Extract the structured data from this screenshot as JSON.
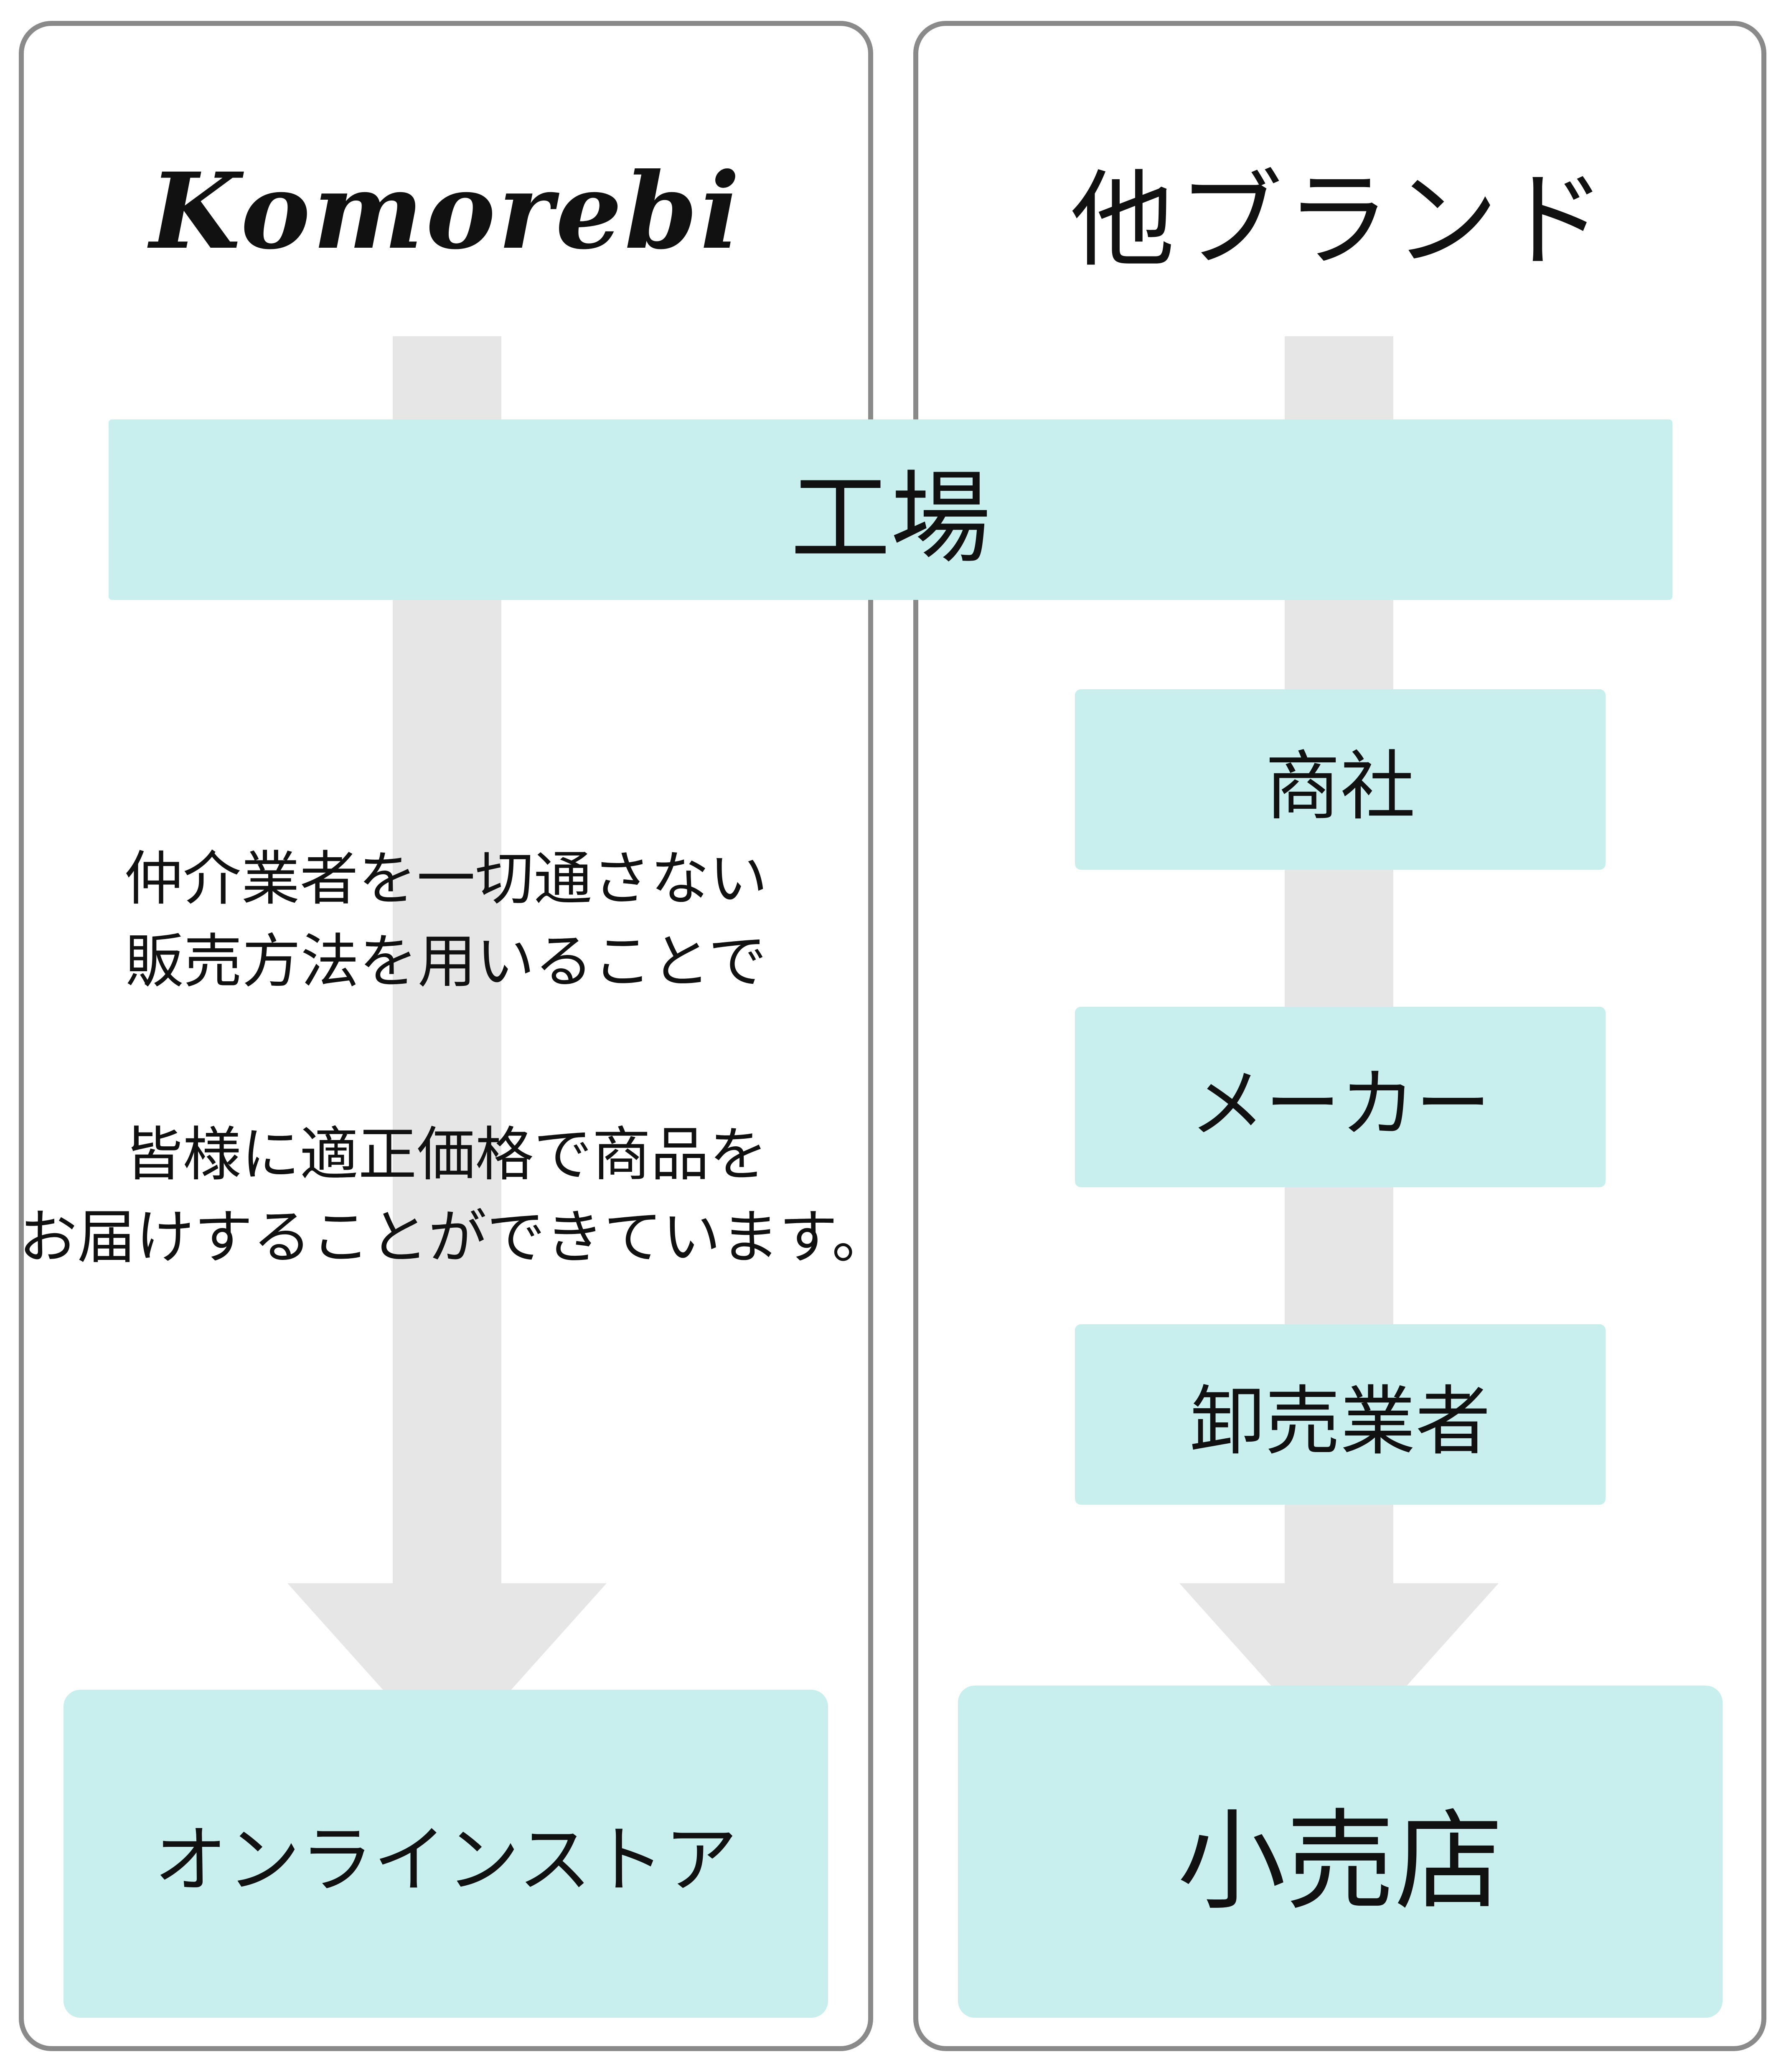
{
  "left_panel": {
    "heading": "Komorebi",
    "note_1": [
      "仲介業者を一切通さない",
      "販売方法を用いることで"
    ],
    "note_2": [
      "皆様に適正価格で商品を",
      "お届けすることができています。"
    ],
    "destination": "オンラインストア"
  },
  "right_panel": {
    "heading": "他ブランド",
    "steps": [
      "商社",
      "メーカー",
      "卸売業者"
    ],
    "destination": "小売店"
  },
  "shared": {
    "source": "工場"
  },
  "colors": {
    "box_fill": "#c8eeee",
    "arrow_fill": "#e6e6e6",
    "panel_border": "#8a8a8a",
    "text": "#111111"
  }
}
